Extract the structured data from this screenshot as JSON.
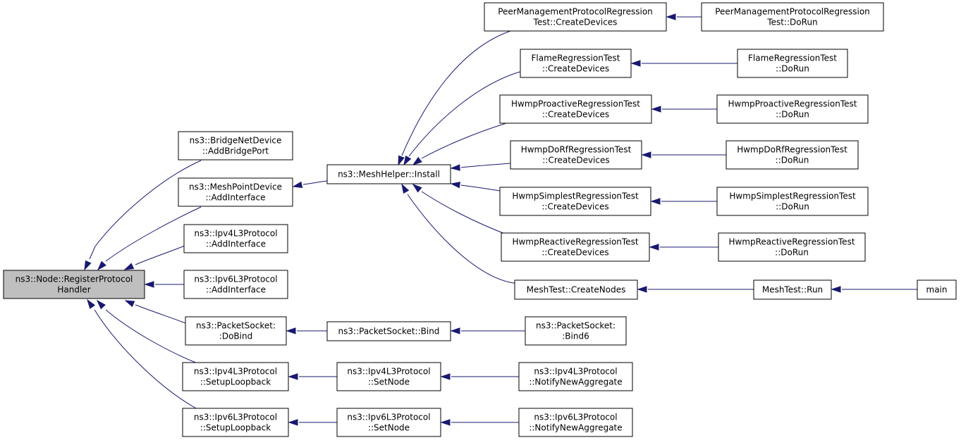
{
  "graph": {
    "colors": {
      "edge": "#191970",
      "node_border": "#000000",
      "root_fill": "#bfbfbf",
      "node_fill": "#ffffff"
    },
    "nodes": [
      {
        "id": "root",
        "label": [
          "ns3::Node::RegisterProtocol",
          "Handler"
        ],
        "root": true
      },
      {
        "id": "bridge",
        "label": [
          "ns3::BridgeNetDevice",
          "::AddBridgePort"
        ]
      },
      {
        "id": "meshpoint",
        "label": [
          "ns3::MeshPointDevice",
          "::AddInterface"
        ]
      },
      {
        "id": "ipv4add",
        "label": [
          "ns3::Ipv4L3Protocol",
          "::AddInterface"
        ]
      },
      {
        "id": "ipv6add",
        "label": [
          "ns3::Ipv6L3Protocol",
          "::AddInterface"
        ]
      },
      {
        "id": "pktdobind",
        "label": [
          "ns3::PacketSocket:",
          ":DoBind"
        ]
      },
      {
        "id": "ipv4loop",
        "label": [
          "ns3::Ipv4L3Protocol",
          "::SetupLoopback"
        ]
      },
      {
        "id": "ipv6loop",
        "label": [
          "ns3::Ipv6L3Protocol",
          "::SetupLoopback"
        ]
      },
      {
        "id": "meshhelper",
        "label": [
          "ns3::MeshHelper::Install"
        ]
      },
      {
        "id": "pktbind",
        "label": [
          "ns3::PacketSocket::Bind"
        ]
      },
      {
        "id": "ipv4setnode",
        "label": [
          "ns3::Ipv4L3Protocol",
          "::SetNode"
        ]
      },
      {
        "id": "ipv6setnode",
        "label": [
          "ns3::Ipv6L3Protocol",
          "::SetNode"
        ]
      },
      {
        "id": "peercreate",
        "label": [
          "PeerManagementProtocolRegression",
          "Test::CreateDevices"
        ]
      },
      {
        "id": "flamecreate",
        "label": [
          "FlameRegressionTest",
          "::CreateDevices"
        ]
      },
      {
        "id": "proactivecreate",
        "label": [
          "HwmpProactiveRegressionTest",
          "::CreateDevices"
        ]
      },
      {
        "id": "dorfcreate",
        "label": [
          "HwmpDoRfRegressionTest",
          "::CreateDevices"
        ]
      },
      {
        "id": "simplestcreate",
        "label": [
          "HwmpSimplestRegressionTest",
          "::CreateDevices"
        ]
      },
      {
        "id": "reactivecreate",
        "label": [
          "HwmpReactiveRegressionTest",
          "::CreateDevices"
        ]
      },
      {
        "id": "meshcreatenodes",
        "label": [
          "MeshTest::CreateNodes"
        ]
      },
      {
        "id": "pktbind6",
        "label": [
          "ns3::PacketSocket:",
          ":Bind6"
        ]
      },
      {
        "id": "ipv4notify",
        "label": [
          "ns3::Ipv4L3Protocol",
          "::NotifyNewAggregate"
        ]
      },
      {
        "id": "ipv6notify",
        "label": [
          "ns3::Ipv6L3Protocol",
          "::NotifyNewAggregate"
        ]
      },
      {
        "id": "peerdorun",
        "label": [
          "PeerManagementProtocolRegression",
          "Test::DoRun"
        ]
      },
      {
        "id": "flamedorun",
        "label": [
          "FlameRegressionTest",
          "::DoRun"
        ]
      },
      {
        "id": "proactivedorun",
        "label": [
          "HwmpProactiveRegressionTest",
          "::DoRun"
        ]
      },
      {
        "id": "dorfdorun",
        "label": [
          "HwmpDoRfRegressionTest",
          "::DoRun"
        ]
      },
      {
        "id": "simplestdorun",
        "label": [
          "HwmpSimplestRegressionTest",
          "::DoRun"
        ]
      },
      {
        "id": "reactivedorun",
        "label": [
          "HwmpReactiveRegressionTest",
          "::DoRun"
        ]
      },
      {
        "id": "meshrun",
        "label": [
          "MeshTest::Run"
        ]
      },
      {
        "id": "main",
        "label": [
          "main"
        ]
      }
    ],
    "edges": [
      {
        "from": "bridge",
        "to": "root"
      },
      {
        "from": "meshpoint",
        "to": "root"
      },
      {
        "from": "ipv4add",
        "to": "root"
      },
      {
        "from": "ipv6add",
        "to": "root"
      },
      {
        "from": "pktdobind",
        "to": "root"
      },
      {
        "from": "ipv4loop",
        "to": "root"
      },
      {
        "from": "ipv6loop",
        "to": "root"
      },
      {
        "from": "meshhelper",
        "to": "meshpoint"
      },
      {
        "from": "pktbind",
        "to": "pktdobind"
      },
      {
        "from": "ipv4setnode",
        "to": "ipv4loop"
      },
      {
        "from": "ipv6setnode",
        "to": "ipv6loop"
      },
      {
        "from": "peercreate",
        "to": "meshhelper"
      },
      {
        "from": "flamecreate",
        "to": "meshhelper"
      },
      {
        "from": "proactivecreate",
        "to": "meshhelper"
      },
      {
        "from": "dorfcreate",
        "to": "meshhelper"
      },
      {
        "from": "simplestcreate",
        "to": "meshhelper"
      },
      {
        "from": "reactivecreate",
        "to": "meshhelper"
      },
      {
        "from": "meshcreatenodes",
        "to": "meshhelper"
      },
      {
        "from": "pktbind6",
        "to": "pktbind"
      },
      {
        "from": "ipv4notify",
        "to": "ipv4setnode"
      },
      {
        "from": "ipv6notify",
        "to": "ipv6setnode"
      },
      {
        "from": "peerdorun",
        "to": "peercreate"
      },
      {
        "from": "flamedorun",
        "to": "flamecreate"
      },
      {
        "from": "proactivedorun",
        "to": "proactivecreate"
      },
      {
        "from": "dorfdorun",
        "to": "dorfcreate"
      },
      {
        "from": "simplestdorun",
        "to": "simplestcreate"
      },
      {
        "from": "reactivedorun",
        "to": "reactivecreate"
      },
      {
        "from": "meshrun",
        "to": "meshcreatenodes"
      },
      {
        "from": "main",
        "to": "meshrun"
      }
    ]
  }
}
